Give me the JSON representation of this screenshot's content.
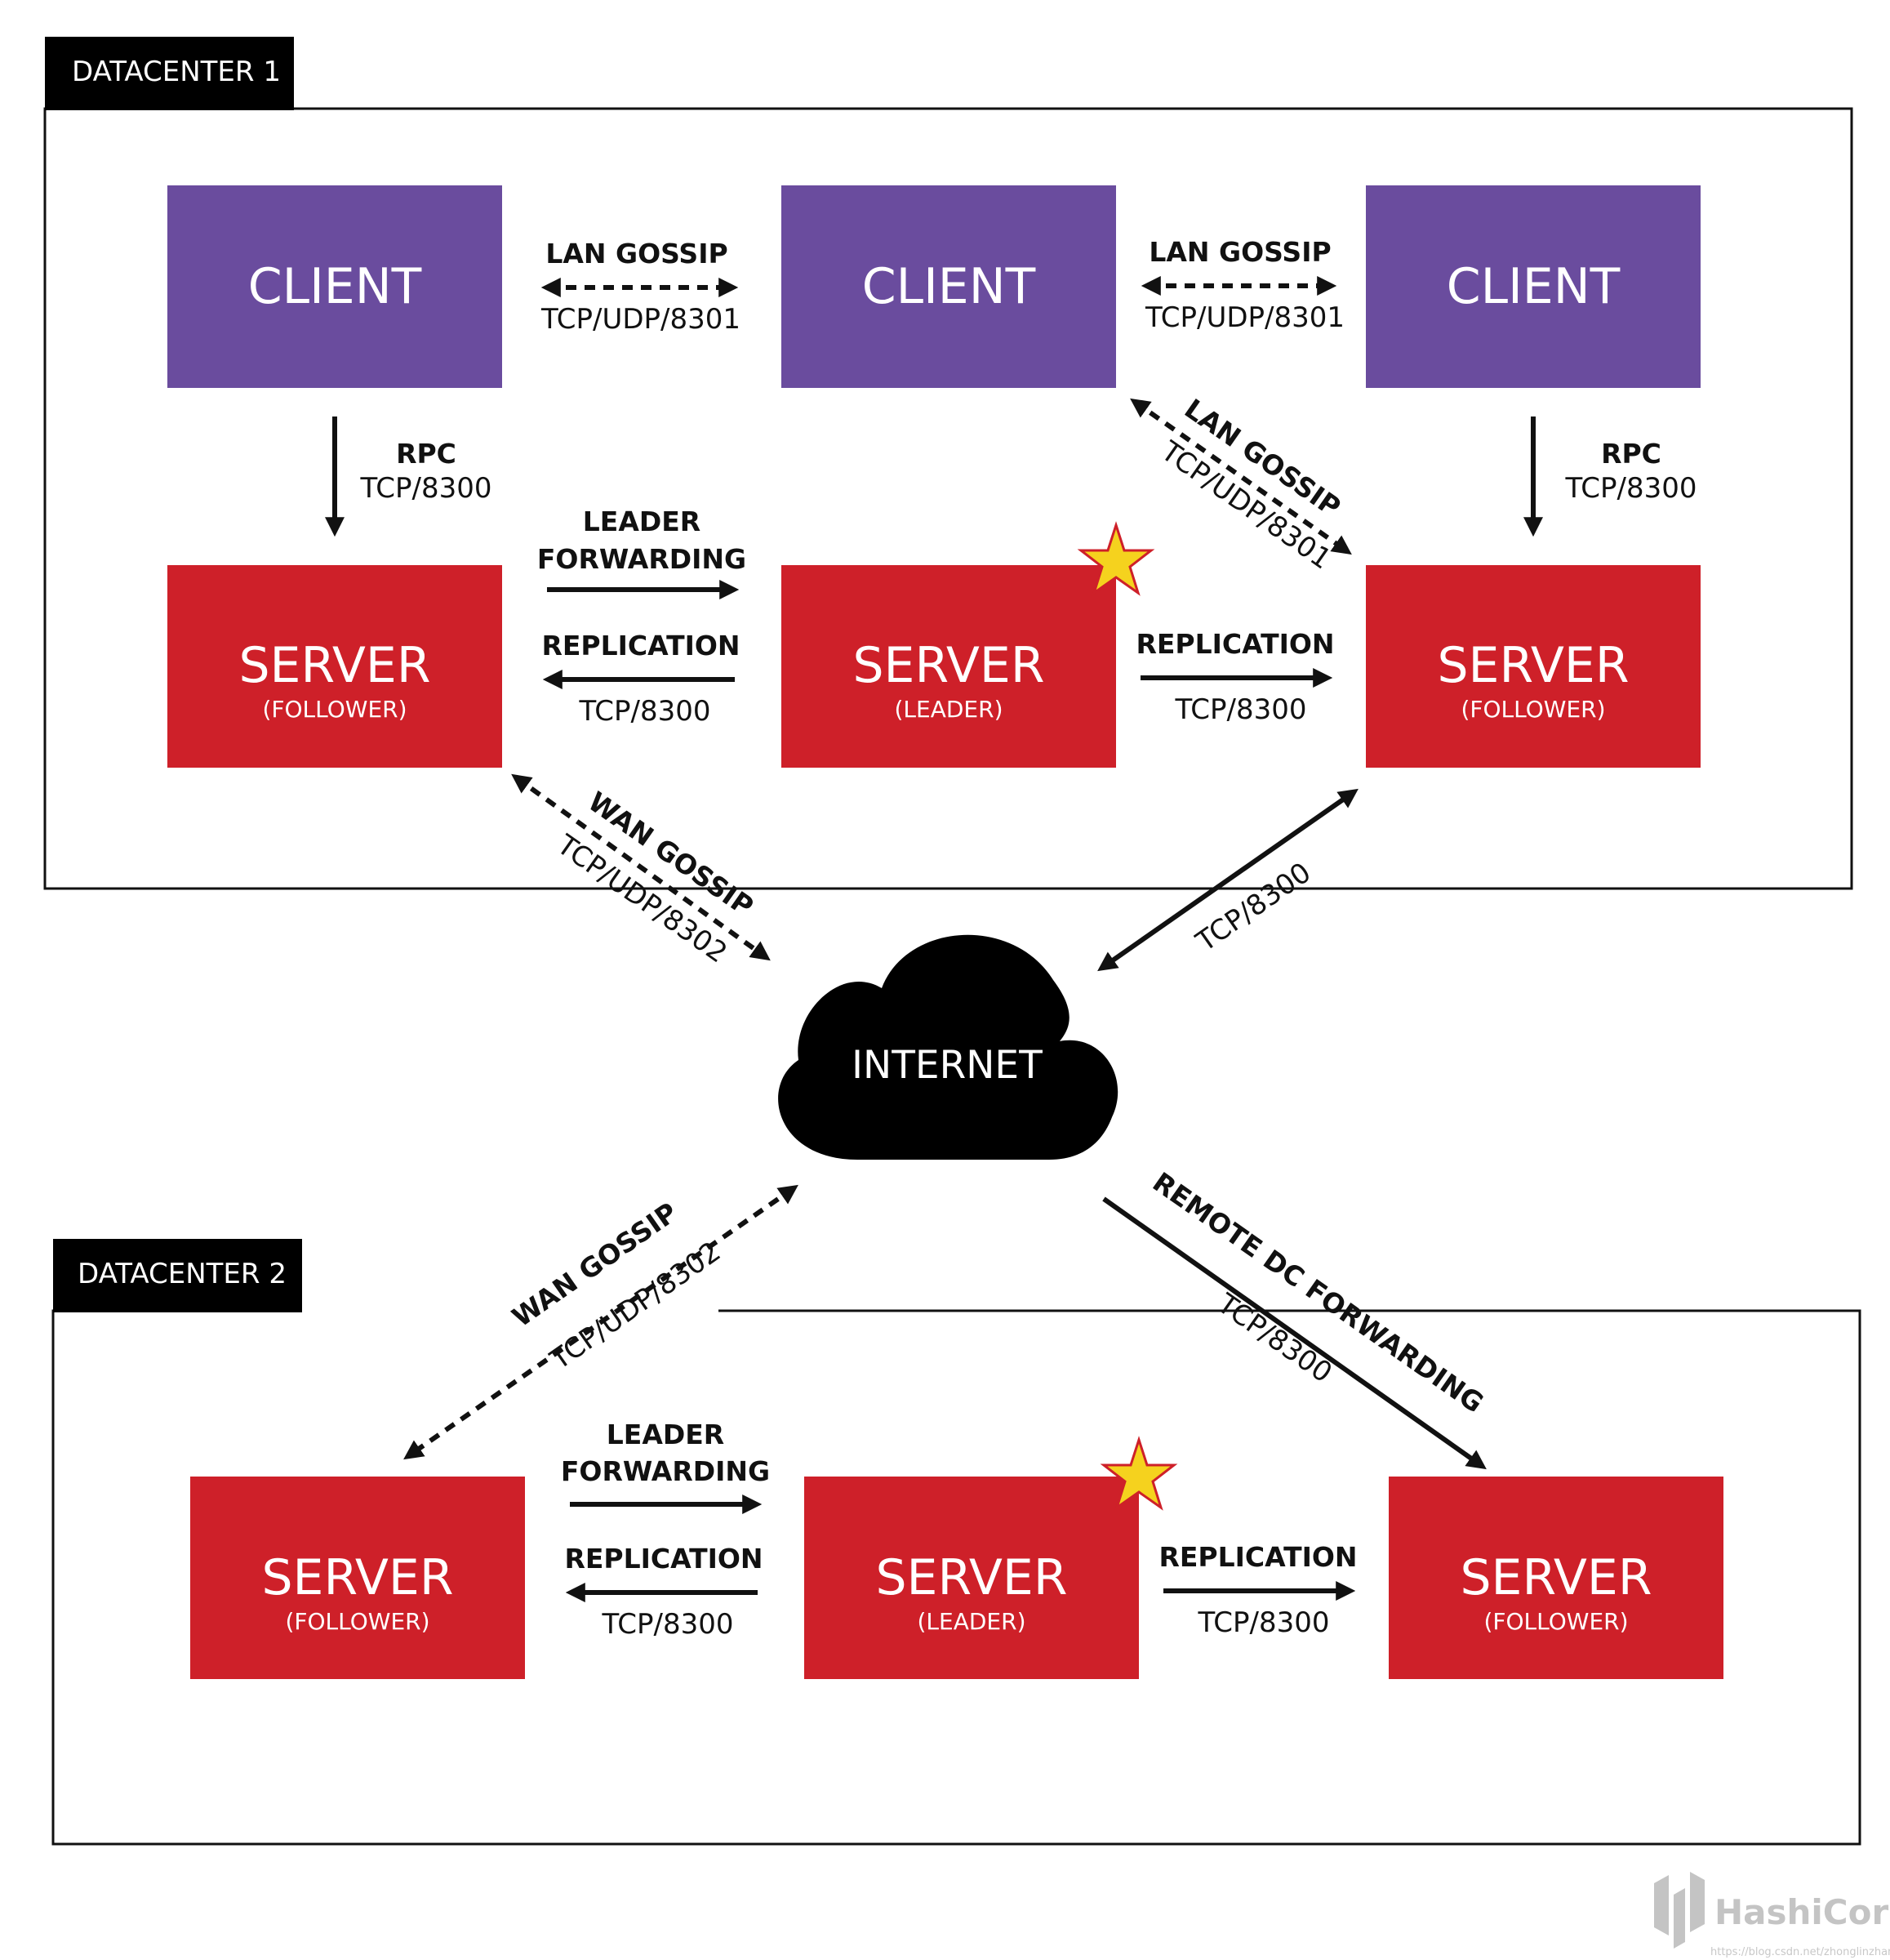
{
  "datacenter1": {
    "label": "DATACENTER 1",
    "clients": [
      {
        "title": "CLIENT"
      },
      {
        "title": "CLIENT"
      },
      {
        "title": "CLIENT"
      }
    ],
    "servers": [
      {
        "title": "SERVER",
        "role": "(FOLLOWER)"
      },
      {
        "title": "SERVER",
        "role": "(LEADER)",
        "leader": true
      },
      {
        "title": "SERVER",
        "role": "(FOLLOWER)"
      }
    ],
    "links": {
      "lan_gossip_1": {
        "title": "LAN GOSSIP",
        "port": "TCP/UDP/8301"
      },
      "lan_gossip_2": {
        "title": "LAN GOSSIP",
        "port": "TCP/UDP/8301"
      },
      "lan_gossip_diag": {
        "title": "LAN GOSSIP",
        "port": "TCP/UDP/8301"
      },
      "rpc_left": {
        "title": "RPC",
        "port": "TCP/8300"
      },
      "rpc_right": {
        "title": "RPC",
        "port": "TCP/8300"
      },
      "leader_forwarding": {
        "title_line1": "LEADER",
        "title_line2": "FORWARDING"
      },
      "replication_left": {
        "title": "REPLICATION",
        "port": "TCP/8300"
      },
      "replication_right": {
        "title": "REPLICATION",
        "port": "TCP/8300"
      }
    }
  },
  "internet": {
    "label": "INTERNET",
    "links": {
      "wan_gossip_dc1": {
        "title": "WAN GOSSIP",
        "port": "TCP/UDP/8302"
      },
      "tcp_dc1": {
        "port": "TCP/8300"
      },
      "wan_gossip_dc2": {
        "title": "WAN GOSSIP",
        "port": "TCP/UDP/8302"
      },
      "remote_dc_forwarding": {
        "title": "REMOTE DC FORWARDING",
        "port": "TCP/8300"
      }
    }
  },
  "datacenter2": {
    "label": "DATACENTER 2",
    "servers": [
      {
        "title": "SERVER",
        "role": "(FOLLOWER)"
      },
      {
        "title": "SERVER",
        "role": "(LEADER)",
        "leader": true
      },
      {
        "title": "SERVER",
        "role": "(FOLLOWER)"
      }
    ],
    "links": {
      "leader_forwarding": {
        "title_line1": "LEADER",
        "title_line2": "FORWARDING"
      },
      "replication_left": {
        "title": "REPLICATION",
        "port": "TCP/8300"
      },
      "replication_right": {
        "title": "REPLICATION",
        "port": "TCP/8300"
      }
    }
  },
  "brand": {
    "name": "HashiCorp"
  },
  "watermark": {
    "text": "https://blog.csdn.net/zhonglinzhang"
  },
  "colors": {
    "client": "#6a4c9e",
    "server": "#ce2029",
    "star_fill": "#f5d21e",
    "star_stroke": "#ce2029",
    "cloud": "#000000",
    "label_bg": "#000000"
  }
}
